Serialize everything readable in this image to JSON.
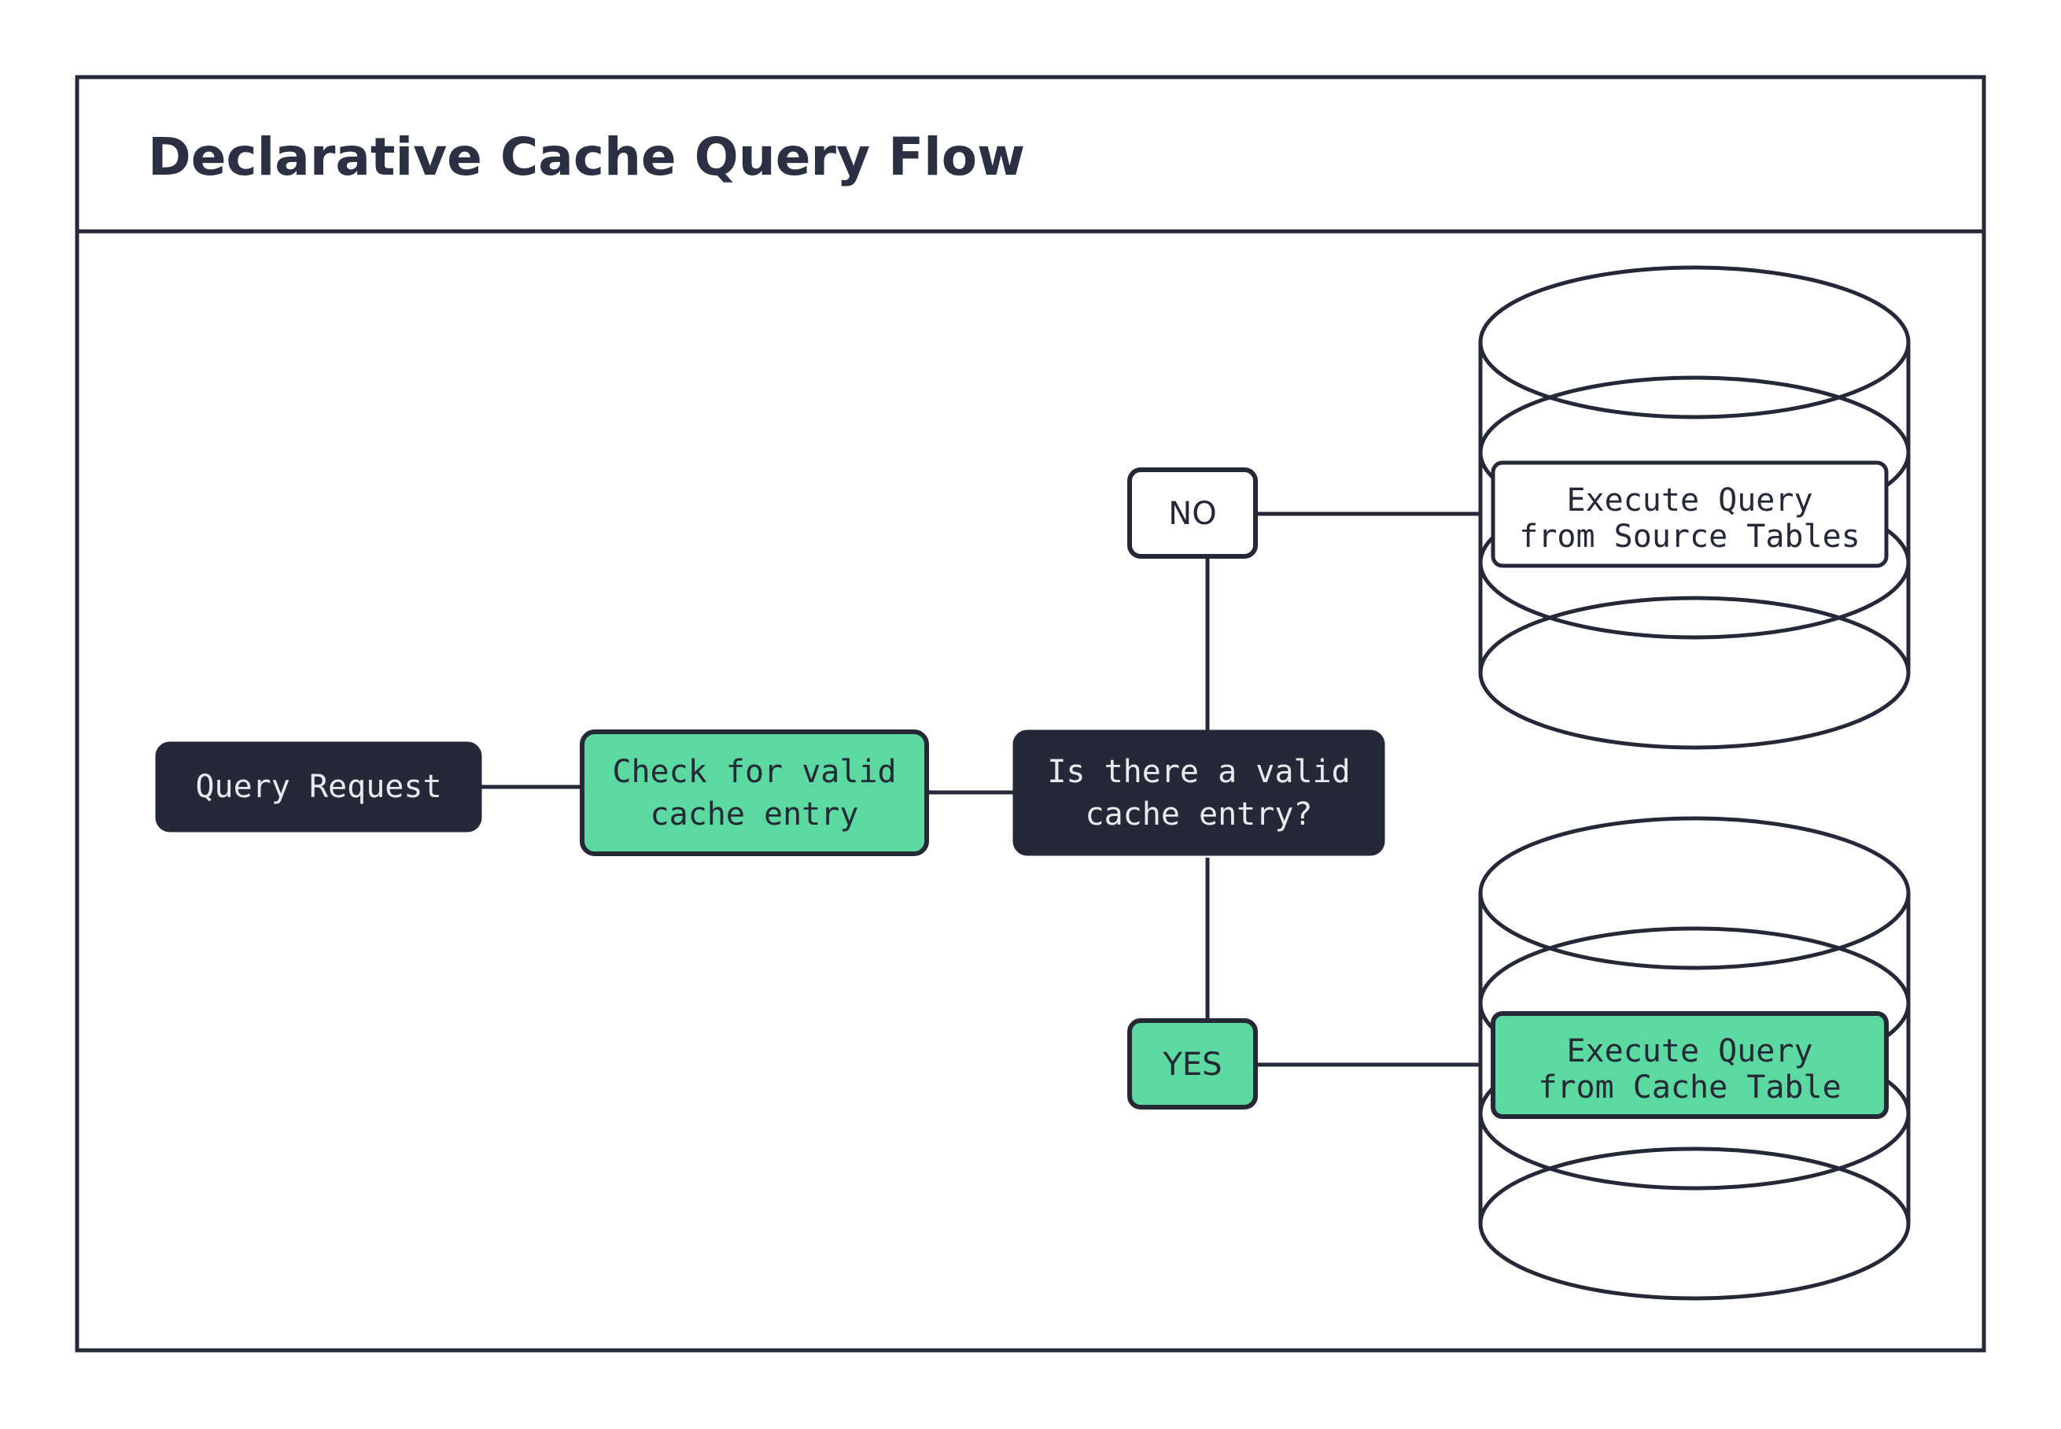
{
  "diagram": {
    "title": "Declarative Cache Query Flow",
    "type": "flowchart",
    "colors": {
      "dark": "#252836",
      "green": "#5cd9a0",
      "white": "#ffffff",
      "border": "#252836",
      "title_text": "#2b3043"
    },
    "nodes": [
      {
        "id": "query-request",
        "label": "Query Request",
        "shape": "rounded-rect",
        "fill": "#252836",
        "text_color": "#ffffff"
      },
      {
        "id": "check-cache",
        "label_line1": "Check for valid",
        "label_line2": "cache entry",
        "shape": "rounded-rect",
        "fill": "#5cd9a0",
        "text_color": "#252836"
      },
      {
        "id": "decision-valid-cache",
        "label_line1": "Is there a valid",
        "label_line2": "cache entry?",
        "shape": "rounded-rect",
        "fill": "#252836",
        "text_color": "#e9eaee"
      },
      {
        "id": "source-db",
        "label_line1": "Execute Query",
        "label_line2": "from Source Tables",
        "shape": "database-cylinder",
        "fill": "#ffffff",
        "text_color": "#252836"
      },
      {
        "id": "cache-db",
        "label_line1": "Execute Query",
        "label_line2": "from Cache Table",
        "shape": "database-cylinder",
        "fill": "#5cd9a0",
        "text_color": "#252836"
      }
    ],
    "edge_labels": [
      {
        "id": "branch-no",
        "label": "NO",
        "fill": "#ffffff",
        "text_color": "#252836"
      },
      {
        "id": "branch-yes",
        "label": "YES",
        "fill": "#5cd9a0",
        "text_color": "#252836"
      }
    ],
    "edges": [
      {
        "from": "query-request",
        "to": "check-cache"
      },
      {
        "from": "check-cache",
        "to": "decision-valid-cache"
      },
      {
        "from": "decision-valid-cache",
        "to": "branch-no"
      },
      {
        "from": "branch-no",
        "to": "source-db"
      },
      {
        "from": "decision-valid-cache",
        "to": "branch-yes"
      },
      {
        "from": "branch-yes",
        "to": "cache-db"
      }
    ]
  }
}
